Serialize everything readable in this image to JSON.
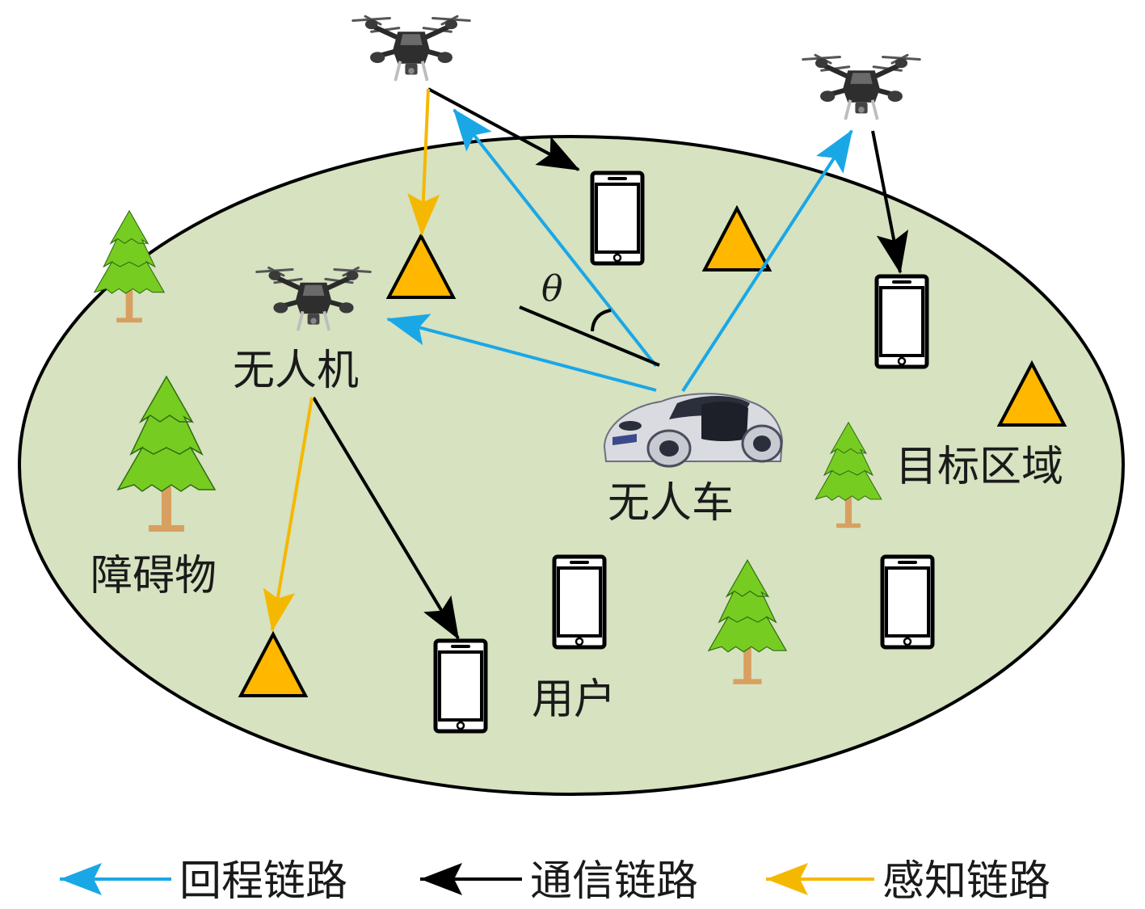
{
  "labels": {
    "uav": "无人机",
    "ugv": "无人车",
    "target_area": "目标区域",
    "obstacle": "障碍物",
    "user": "用户",
    "angle": "θ"
  },
  "legend": [
    {
      "label": "回程链路",
      "color": "#1aa7e6"
    },
    {
      "label": "通信链路",
      "color": "#000000"
    },
    {
      "label": "感知链路",
      "color": "#f5b800"
    }
  ],
  "colors": {
    "field": "#d6e2c0",
    "tree": "#77cc22",
    "trunk": "#d8a060",
    "target": "#ffb700",
    "backhaul": "#1aa7e6",
    "communication": "#000000",
    "sensing": "#f5b800"
  },
  "icons": {
    "uav": "drone-icon",
    "ugv": "car-icon",
    "user": "smartphone-icon",
    "obstacle": "tree-icon",
    "target": "triangle-icon"
  }
}
